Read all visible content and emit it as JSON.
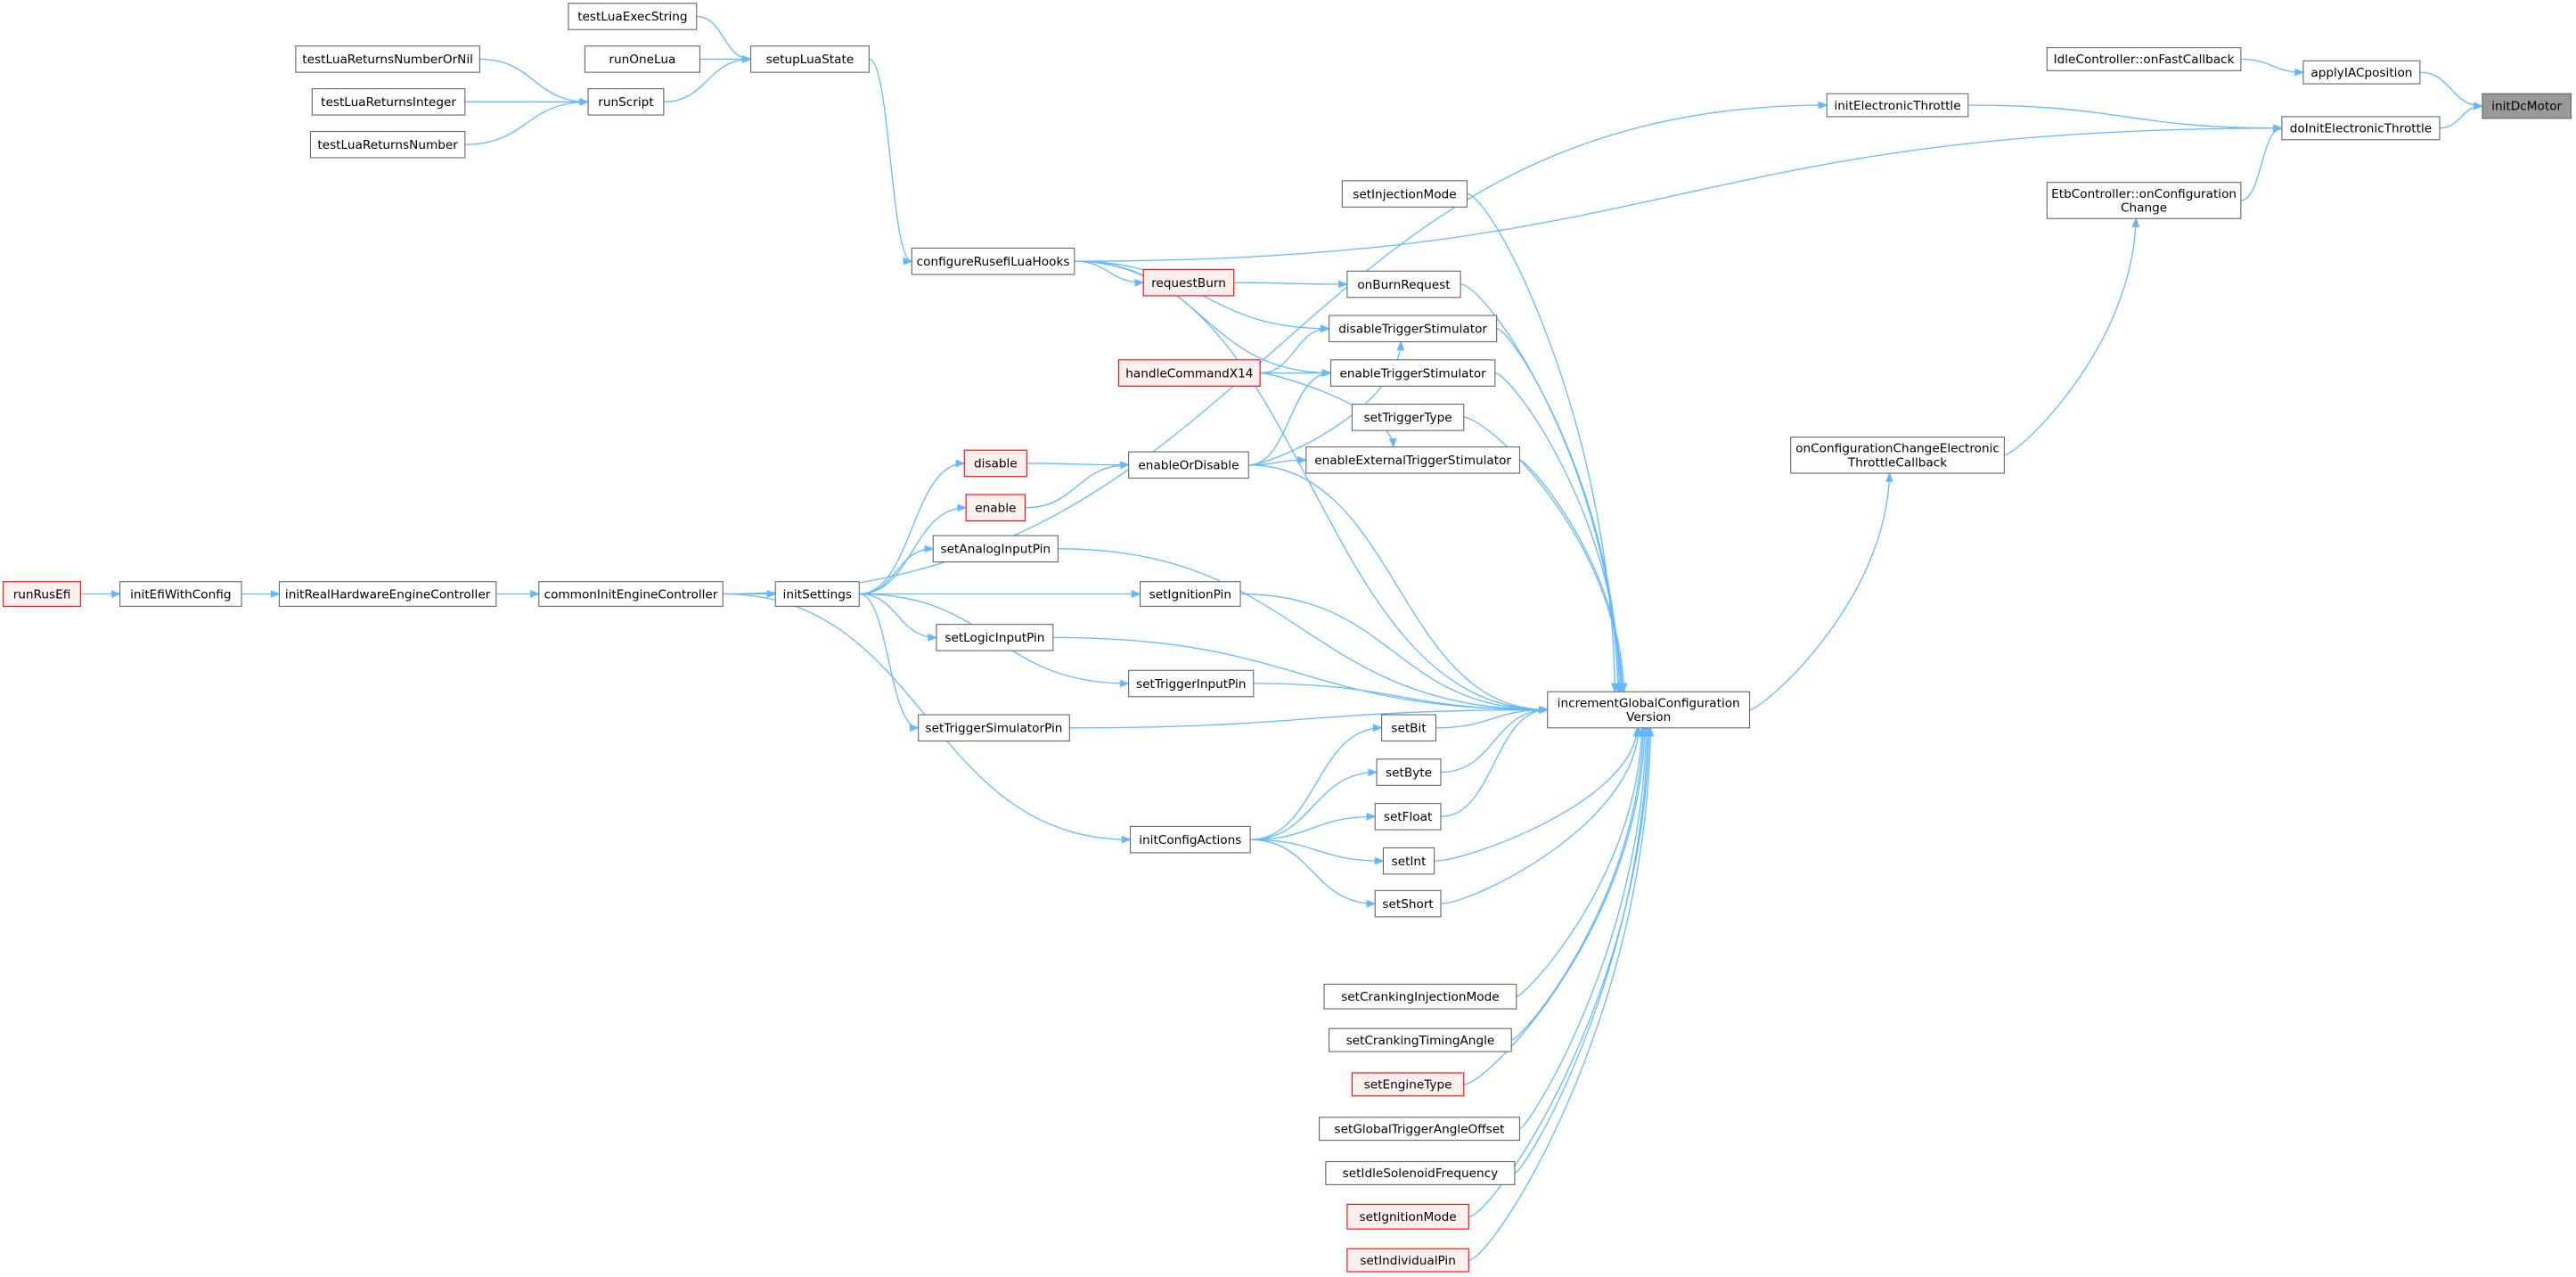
{
  "graph": {
    "title": "initDcMotor caller graph",
    "colors": {
      "edge": "#63b8ff",
      "truncated_border": "#ff0000",
      "truncated_fill": "#fff0f0",
      "current_fill": "#999999"
    },
    "nodes": [
      {
        "id": "testLuaExecString",
        "lines": [
          "testLuaExecString"
        ]
      },
      {
        "id": "setupLuaState",
        "lines": [
          "setupLuaState"
        ]
      },
      {
        "id": "runOneLua",
        "lines": [
          "runOneLua"
        ]
      },
      {
        "id": "testLuaReturnsNumberOrNil",
        "lines": [
          "testLuaReturnsNumberOrNil"
        ]
      },
      {
        "id": "testLuaReturnsInteger",
        "lines": [
          "testLuaReturnsInteger"
        ]
      },
      {
        "id": "testLuaReturnsNumber",
        "lines": [
          "testLuaReturnsNumber"
        ]
      },
      {
        "id": "runScript",
        "lines": [
          "runScript"
        ]
      },
      {
        "id": "configureRusefiLuaHooks",
        "lines": [
          "configureRusefiLuaHooks"
        ]
      },
      {
        "id": "requestBurn",
        "lines": [
          "requestBurn"
        ],
        "truncated": true
      },
      {
        "id": "onBurnRequest",
        "lines": [
          "onBurnRequest"
        ]
      },
      {
        "id": "setInjectionMode",
        "lines": [
          "setInjectionMode"
        ]
      },
      {
        "id": "disableTriggerStimulator",
        "lines": [
          "disableTriggerStimulator"
        ]
      },
      {
        "id": "handleCommandX14",
        "lines": [
          "handleCommandX14"
        ],
        "truncated": true
      },
      {
        "id": "enableTriggerStimulator",
        "lines": [
          "enableTriggerStimulator"
        ]
      },
      {
        "id": "setTriggerType",
        "lines": [
          "setTriggerType"
        ]
      },
      {
        "id": "disable",
        "lines": [
          "disable"
        ],
        "truncated": true
      },
      {
        "id": "enableOrDisable",
        "lines": [
          "enableOrDisable"
        ]
      },
      {
        "id": "enableExternalTriggerStimulator",
        "lines": [
          "enableExternalTriggerStimulator"
        ]
      },
      {
        "id": "enable",
        "lines": [
          "enable"
        ],
        "truncated": true
      },
      {
        "id": "setAnalogInputPin",
        "lines": [
          "setAnalogInputPin"
        ]
      },
      {
        "id": "runRusEfi",
        "lines": [
          "runRusEfi"
        ],
        "truncated": true
      },
      {
        "id": "initEfiWithConfig",
        "lines": [
          "initEfiWithConfig"
        ]
      },
      {
        "id": "initRealHardwareEngineController",
        "lines": [
          "initRealHardwareEngineController"
        ]
      },
      {
        "id": "commonInitEngineController",
        "lines": [
          "commonInitEngineController"
        ]
      },
      {
        "id": "initSettings",
        "lines": [
          "initSettings"
        ]
      },
      {
        "id": "setIgnitionPin",
        "lines": [
          "setIgnitionPin"
        ]
      },
      {
        "id": "setLogicInputPin",
        "lines": [
          "setLogicInputPin"
        ]
      },
      {
        "id": "setTriggerInputPin",
        "lines": [
          "setTriggerInputPin"
        ]
      },
      {
        "id": "setTriggerSimulatorPin",
        "lines": [
          "setTriggerSimulatorPin"
        ]
      },
      {
        "id": "incrementGlobalConfigurationVersion",
        "lines": [
          "incrementGlobalConfiguration",
          "Version"
        ]
      },
      {
        "id": "setBit",
        "lines": [
          "setBit"
        ]
      },
      {
        "id": "setByte",
        "lines": [
          "setByte"
        ]
      },
      {
        "id": "setFloat",
        "lines": [
          "setFloat"
        ]
      },
      {
        "id": "initConfigActions",
        "lines": [
          "initConfigActions"
        ]
      },
      {
        "id": "setInt",
        "lines": [
          "setInt"
        ]
      },
      {
        "id": "setShort",
        "lines": [
          "setShort"
        ]
      },
      {
        "id": "setCrankingInjectionMode",
        "lines": [
          "setCrankingInjectionMode"
        ]
      },
      {
        "id": "setCrankingTimingAngle",
        "lines": [
          "setCrankingTimingAngle"
        ]
      },
      {
        "id": "setEngineType",
        "lines": [
          "setEngineType"
        ],
        "truncated": true
      },
      {
        "id": "setGlobalTriggerAngleOffset",
        "lines": [
          "setGlobalTriggerAngleOffset"
        ]
      },
      {
        "id": "setIdleSolenoidFrequency",
        "lines": [
          "setIdleSolenoidFrequency"
        ]
      },
      {
        "id": "setIgnitionMode",
        "lines": [
          "setIgnitionMode"
        ],
        "truncated": true
      },
      {
        "id": "setIndividualPin",
        "lines": [
          "setIndividualPin"
        ],
        "truncated": true
      },
      {
        "id": "IdleControllerOnFastCallback",
        "lines": [
          "IdleController::onFastCallback"
        ]
      },
      {
        "id": "applyIACposition",
        "lines": [
          "applyIACposition"
        ]
      },
      {
        "id": "initDcMotor",
        "lines": [
          "initDcMotor"
        ],
        "current": true
      },
      {
        "id": "initElectronicThrottle",
        "lines": [
          "initElectronicThrottle"
        ]
      },
      {
        "id": "doInitElectronicThrottle",
        "lines": [
          "doInitElectronicThrottle"
        ]
      },
      {
        "id": "EtbControllerOnConfigurationChange",
        "lines": [
          "EtbController::onConfiguration",
          "Change"
        ]
      },
      {
        "id": "onConfigurationChangeElectronicThrottleCallback",
        "lines": [
          "onConfigurationChangeElectronic",
          "ThrottleCallback"
        ]
      }
    ],
    "edges": [
      [
        "testLuaExecString",
        "setupLuaState"
      ],
      [
        "runOneLua",
        "setupLuaState"
      ],
      [
        "runScript",
        "setupLuaState"
      ],
      [
        "testLuaReturnsNumberOrNil",
        "runScript"
      ],
      [
        "testLuaReturnsInteger",
        "runScript"
      ],
      [
        "testLuaReturnsNumber",
        "runScript"
      ],
      [
        "setupLuaState",
        "configureRusefiLuaHooks"
      ],
      [
        "configureRusefiLuaHooks",
        "requestBurn"
      ],
      [
        "requestBurn",
        "onBurnRequest"
      ],
      [
        "configureRusefiLuaHooks",
        "disableTriggerStimulator"
      ],
      [
        "configureRusefiLuaHooks",
        "enableTriggerStimulator"
      ],
      [
        "configureRusefiLuaHooks",
        "incrementGlobalConfigurationVersion"
      ],
      [
        "configureRusefiLuaHooks",
        "doInitElectronicThrottle"
      ],
      [
        "handleCommandX14",
        "disableTriggerStimulator"
      ],
      [
        "handleCommandX14",
        "enableTriggerStimulator"
      ],
      [
        "handleCommandX14",
        "enableExternalTriggerStimulator"
      ],
      [
        "enableOrDisable",
        "disableTriggerStimulator"
      ],
      [
        "enableOrDisable",
        "enableTriggerStimulator"
      ],
      [
        "enableOrDisable",
        "enableExternalTriggerStimulator"
      ],
      [
        "disable",
        "enableOrDisable"
      ],
      [
        "enable",
        "enableOrDisable"
      ],
      [
        "runRusEfi",
        "initEfiWithConfig"
      ],
      [
        "initEfiWithConfig",
        "initRealHardwareEngineController"
      ],
      [
        "initRealHardwareEngineController",
        "commonInitEngineController"
      ],
      [
        "commonInitEngineController",
        "initSettings"
      ],
      [
        "commonInitEngineController",
        "initConfigActions"
      ],
      [
        "commonInitEngineController",
        "initElectronicThrottle"
      ],
      [
        "initSettings",
        "disable"
      ],
      [
        "initSettings",
        "enable"
      ],
      [
        "initSettings",
        "setAnalogInputPin"
      ],
      [
        "initSettings",
        "setIgnitionPin"
      ],
      [
        "initSettings",
        "setLogicInputPin"
      ],
      [
        "initSettings",
        "setTriggerInputPin"
      ],
      [
        "initSettings",
        "setTriggerSimulatorPin"
      ],
      [
        "initConfigActions",
        "setBit"
      ],
      [
        "initConfigActions",
        "setByte"
      ],
      [
        "initConfigActions",
        "setFloat"
      ],
      [
        "initConfigActions",
        "setInt"
      ],
      [
        "initConfigActions",
        "setShort"
      ],
      [
        "setInjectionMode",
        "incrementGlobalConfigurationVersion"
      ],
      [
        "onBurnRequest",
        "incrementGlobalConfigurationVersion"
      ],
      [
        "disableTriggerStimulator",
        "incrementGlobalConfigurationVersion"
      ],
      [
        "enableTriggerStimulator",
        "incrementGlobalConfigurationVersion"
      ],
      [
        "setTriggerType",
        "incrementGlobalConfigurationVersion"
      ],
      [
        "enableExternalTriggerStimulator",
        "incrementGlobalConfigurationVersion"
      ],
      [
        "enableOrDisable",
        "incrementGlobalConfigurationVersion"
      ],
      [
        "setAnalogInputPin",
        "incrementGlobalConfigurationVersion"
      ],
      [
        "setIgnitionPin",
        "incrementGlobalConfigurationVersion"
      ],
      [
        "setLogicInputPin",
        "incrementGlobalConfigurationVersion"
      ],
      [
        "setTriggerInputPin",
        "incrementGlobalConfigurationVersion"
      ],
      [
        "setTriggerSimulatorPin",
        "incrementGlobalConfigurationVersion"
      ],
      [
        "setBit",
        "incrementGlobalConfigurationVersion"
      ],
      [
        "setByte",
        "incrementGlobalConfigurationVersion"
      ],
      [
        "setFloat",
        "incrementGlobalConfigurationVersion"
      ],
      [
        "setInt",
        "incrementGlobalConfigurationVersion"
      ],
      [
        "setShort",
        "incrementGlobalConfigurationVersion"
      ],
      [
        "setCrankingInjectionMode",
        "incrementGlobalConfigurationVersion"
      ],
      [
        "setCrankingTimingAngle",
        "incrementGlobalConfigurationVersion"
      ],
      [
        "setEngineType",
        "incrementGlobalConfigurationVersion"
      ],
      [
        "setGlobalTriggerAngleOffset",
        "incrementGlobalConfigurationVersion"
      ],
      [
        "setIdleSolenoidFrequency",
        "incrementGlobalConfigurationVersion"
      ],
      [
        "setIgnitionMode",
        "incrementGlobalConfigurationVersion"
      ],
      [
        "setIndividualPin",
        "incrementGlobalConfigurationVersion"
      ],
      [
        "incrementGlobalConfigurationVersion",
        "onConfigurationChangeElectronicThrottleCallback"
      ],
      [
        "onConfigurationChangeElectronicThrottleCallback",
        "EtbControllerOnConfigurationChange"
      ],
      [
        "EtbControllerOnConfigurationChange",
        "doInitElectronicThrottle"
      ],
      [
        "initElectronicThrottle",
        "doInitElectronicThrottle"
      ],
      [
        "IdleControllerOnFastCallback",
        "applyIACposition"
      ],
      [
        "applyIACposition",
        "initDcMotor"
      ],
      [
        "doInitElectronicThrottle",
        "initDcMotor"
      ]
    ]
  }
}
